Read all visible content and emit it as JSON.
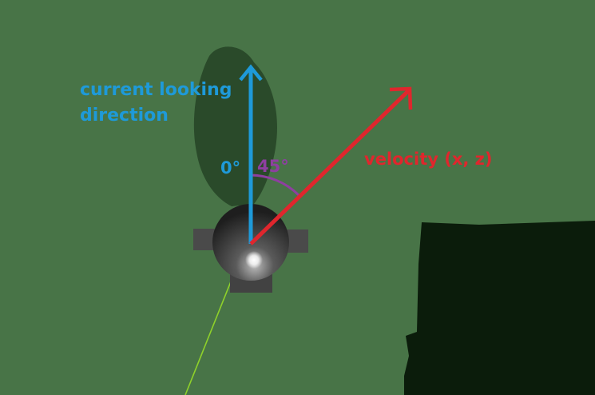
{
  "labels": {
    "looking_line1": "current looking",
    "looking_line2": "direction",
    "angle_zero": "0°",
    "angle_45": "45°",
    "velocity": "velocity (x, z)"
  },
  "colors": {
    "ground": "#487447",
    "shadow": "#2a4a2a",
    "dark_block": "#0b1c0b",
    "looking_arrow": "#1e9ad9",
    "velocity_arrow": "#e0262d",
    "angle_arc": "#8e3fa0",
    "aim_line": "#8fd12a"
  },
  "angle_between_degrees": 45
}
